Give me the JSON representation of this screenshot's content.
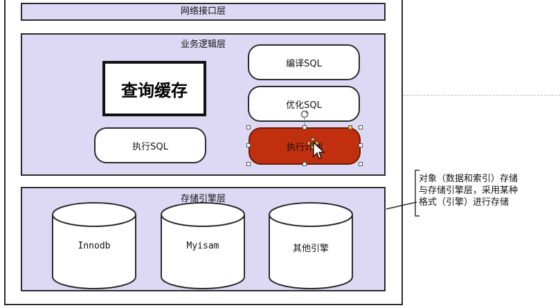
{
  "layers": {
    "network": {
      "title": "网络接口层"
    },
    "business": {
      "title": "业务逻辑层",
      "cache": "查询缓存",
      "compile": "编译SQL",
      "optimize": "优化SQL",
      "execute": "执行SQL",
      "plan": "执行计划"
    },
    "storage": {
      "title": "存储引擎层",
      "engines": [
        "Innodb",
        "Myisam",
        "其他引擎"
      ]
    }
  },
  "annotation": "对象（数据和索引）存储\n与存储引擎层，采用某种\n格式（引擎）进行存储",
  "colors": {
    "layer_fill": "#ddd9f4",
    "active_fill": "#c0300e"
  }
}
